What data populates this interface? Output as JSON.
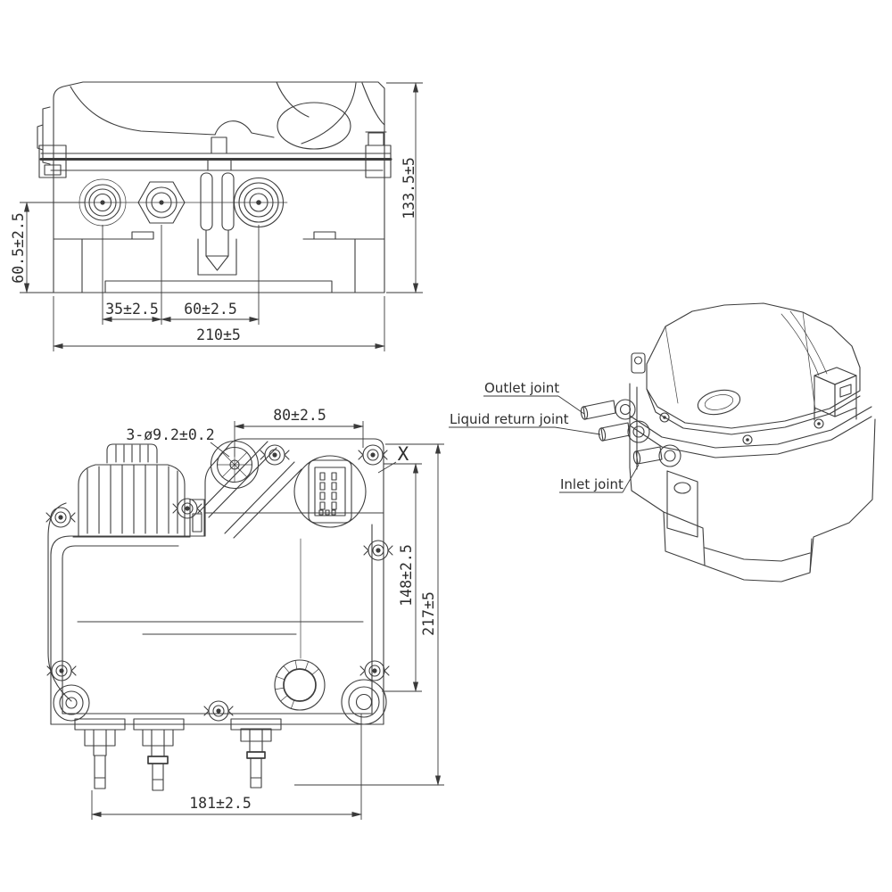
{
  "page": {
    "background": "#ffffff",
    "line_color": "#3d3d3d",
    "text_color": "#2e2e2e"
  },
  "bottom_view": {
    "dims": {
      "overall_height": "133.5±5",
      "port_height": "60.5±2.5",
      "port_pitch_a": "35±2.5",
      "port_pitch_b": "60±2.5",
      "overall_width": "210±5"
    }
  },
  "front_view": {
    "dims": {
      "mount_hole_callout": "3-ø9.2±0.2",
      "hole_pitch": "80±2.5",
      "detail_mark": "X",
      "mount_height": "148±2.5",
      "overall_height": "217±5",
      "mount_width": "181±2.5"
    }
  },
  "iso_view": {
    "labels": {
      "outlet": "Outlet joint",
      "liquid_return": "Liquid return joint",
      "inlet": "Inlet joint"
    }
  }
}
